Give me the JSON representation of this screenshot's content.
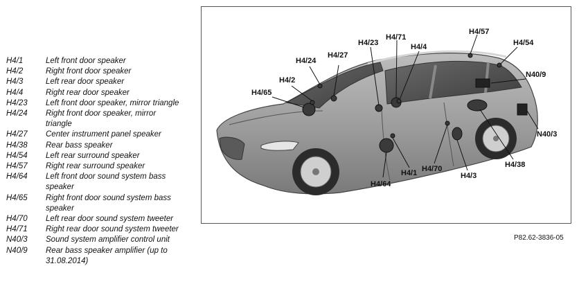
{
  "legend": [
    {
      "code": "H4/1",
      "desc": "Left front door speaker"
    },
    {
      "code": "H4/2",
      "desc": "Right front door speaker"
    },
    {
      "code": "H4/3",
      "desc": "Left rear door speaker"
    },
    {
      "code": "H4/4",
      "desc": "Right rear door speaker"
    },
    {
      "code": "H4/23",
      "desc": "Left front door speaker, mirror triangle"
    },
    {
      "code": "H4/24",
      "desc": "Right front door speaker, mirror triangle"
    },
    {
      "code": "H4/27",
      "desc": "Center instrument panel speaker"
    },
    {
      "code": "H4/38",
      "desc": "Rear bass speaker"
    },
    {
      "code": "H4/54",
      "desc": "Left rear surround speaker"
    },
    {
      "code": "H4/57",
      "desc": "Right rear surround speaker"
    },
    {
      "code": "H4/64",
      "desc": "Left front door sound system bass speaker"
    },
    {
      "code": "H4/65",
      "desc": "Right front door sound system bass speaker"
    },
    {
      "code": "H4/70",
      "desc": "Left rear door sound system tweeter"
    },
    {
      "code": "H4/71",
      "desc": "Right rear door sound system tweeter"
    },
    {
      "code": "N40/3",
      "desc": "Sound system amplifier control unit"
    },
    {
      "code": "N40/9",
      "desc": "Rear bass speaker amplifier (up to 31.08.2014)"
    }
  ],
  "callouts": {
    "h4_57": "H4/57",
    "h4_54": "H4/54",
    "h4_71": "H4/71",
    "h4_23": "H4/23",
    "h4_4": "H4/4",
    "h4_27": "H4/27",
    "h4_24": "H4/24",
    "h4_2": "H4/2",
    "h4_65": "H4/65",
    "n40_9": "N40/9",
    "n40_3": "N40/3",
    "h4_38": "H4/38",
    "h4_70": "H4/70",
    "h4_3": "H4/3",
    "h4_1": "H4/1",
    "h4_64": "H4/64"
  },
  "figure_ref": "P82.62-3836-05"
}
